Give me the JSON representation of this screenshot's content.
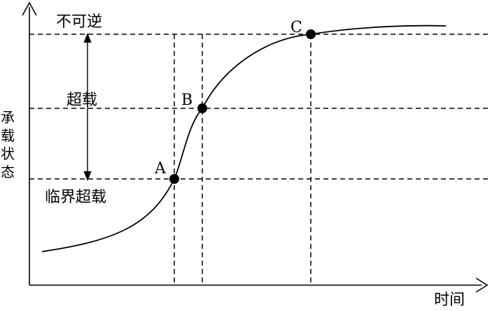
{
  "axes": {
    "y_label": [
      "承",
      "载",
      "状",
      "态"
    ],
    "x_label": "时间"
  },
  "levels": {
    "irreversible": "不可逆",
    "overload": "超载",
    "critical_overload": "临界超载"
  },
  "points": [
    {
      "label": "A"
    },
    {
      "label": "B"
    },
    {
      "label": "C"
    }
  ],
  "colors": {
    "ink": "#000000",
    "background": "#ffffff"
  }
}
